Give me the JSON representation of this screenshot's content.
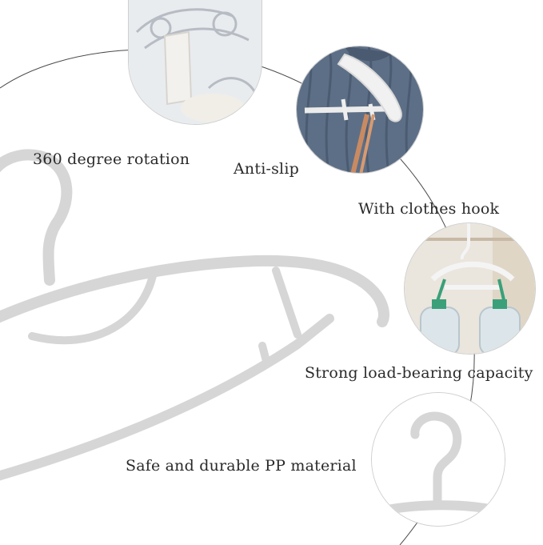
{
  "features": [
    {
      "id": "rotation",
      "label": "360 degree rotation"
    },
    {
      "id": "anti_slip",
      "label": "Anti-slip"
    },
    {
      "id": "hook",
      "label": "With clothes hook"
    },
    {
      "id": "load",
      "label": "Strong load-bearing capacity"
    },
    {
      "id": "material",
      "label": "Safe and durable PP material"
    }
  ],
  "colors": {
    "hanger": "#d6d6d6",
    "hanger_edge": "#c8c8c8",
    "guide_line": "#4a4a4a",
    "sweater": "#5d6f86",
    "text": "#2a2a2a"
  }
}
